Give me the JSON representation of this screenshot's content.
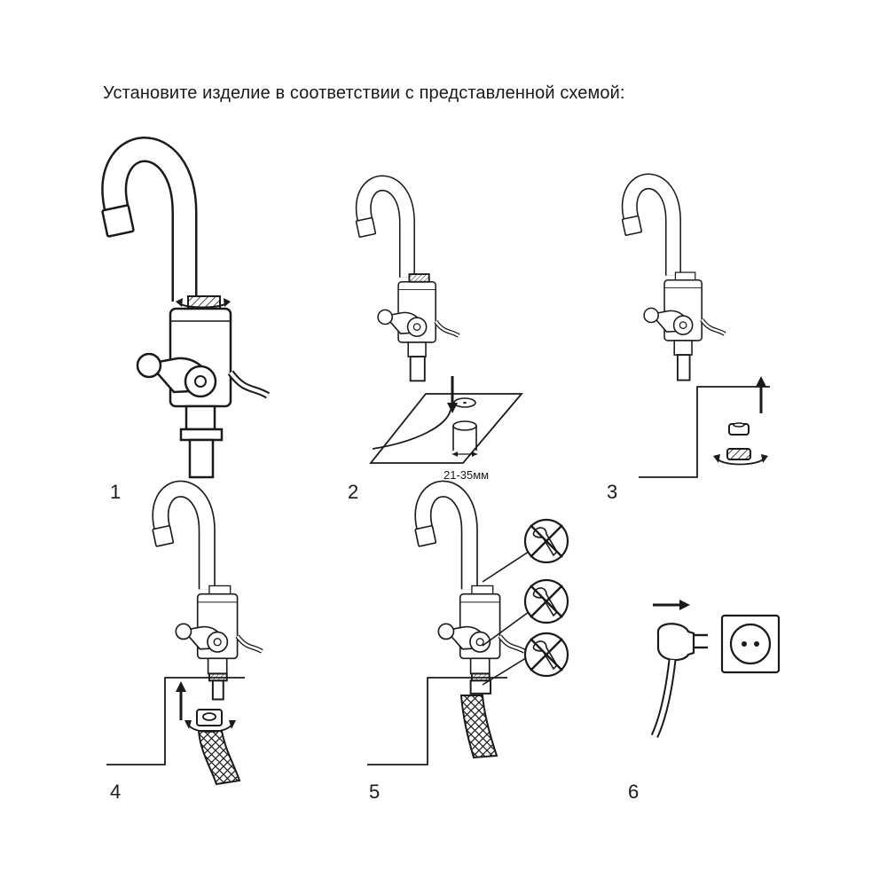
{
  "heading": "Установите изделие в соответствии с представленной схемой:",
  "steps": [
    {
      "number": "1"
    },
    {
      "number": "2",
      "dimension_label": "21-35мм"
    },
    {
      "number": "3"
    },
    {
      "number": "4"
    },
    {
      "number": "5"
    },
    {
      "number": "6"
    }
  ],
  "icons": {
    "prohibited": "prohibited-wrench-icon",
    "plug": "power-plug-icon",
    "socket": "wall-socket-icon"
  },
  "colors": {
    "ink": "#1a1a1a",
    "background": "#ffffff"
  }
}
